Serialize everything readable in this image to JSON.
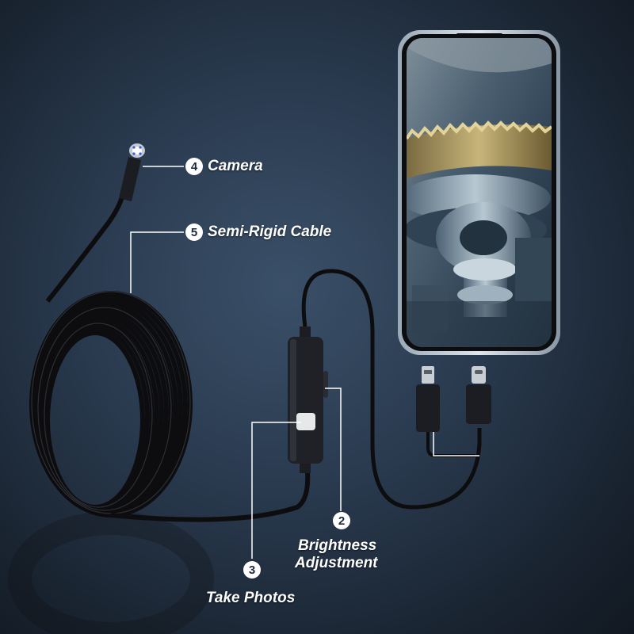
{
  "callouts": {
    "camera": {
      "number": "4",
      "text": "Camera"
    },
    "cable": {
      "number": "5",
      "text": "Semi-Rigid Cable"
    },
    "brightness": {
      "number": "2",
      "line1": "Brightness",
      "line2": "Adjustment"
    },
    "photos": {
      "number": "3",
      "text": "Take Photos"
    }
  },
  "icons": [
    "camera-lens-icon",
    "micro-usb-connector",
    "usb-c-connector",
    "smartphone"
  ],
  "colors": {
    "background": "#2a3b50",
    "cable": "#0d0d0f",
    "label": "#ffffff"
  }
}
